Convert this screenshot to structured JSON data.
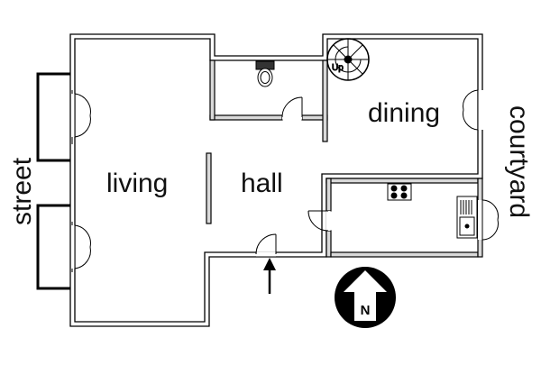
{
  "plan": {
    "rooms": {
      "living": "living",
      "hall": "hall",
      "dining": "dining"
    },
    "outside": {
      "street": "street",
      "courtyard": "courtyard"
    },
    "stairs_label": "Up",
    "compass_letter": "N",
    "colors": {
      "wall": "#000000",
      "wall_fill": "#d9d9d9",
      "background": "#ffffff"
    },
    "icons": [
      "toilet-icon",
      "spiral-stair-icon",
      "cooktop-icon",
      "sink-icon",
      "compass-north-icon",
      "entrance-arrow-icon"
    ]
  }
}
